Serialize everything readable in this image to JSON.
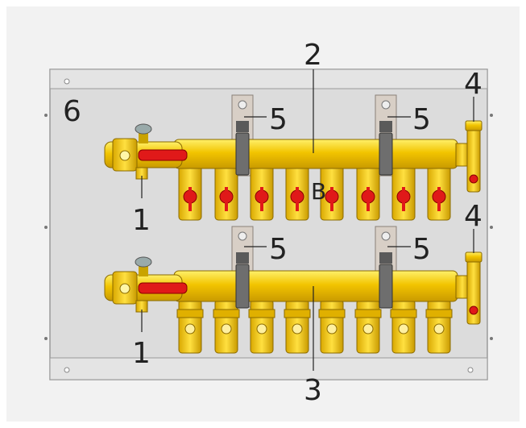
{
  "callouts": {
    "c1_top": "1",
    "c1_bottom": "1",
    "c2": "2",
    "c3": "3",
    "c4_top": "4",
    "c4_bottom": "4",
    "c5_top_left": "5",
    "c5_top_right": "5",
    "c5_bottom_left": "5",
    "c5_bottom_right": "5",
    "c6": "6",
    "letter_b": "B"
  },
  "colors": {
    "background": "#f2f2f2",
    "panel": "#dcdcdc",
    "brass": "#f2c400",
    "brass_dark": "#b88c00",
    "red_handle": "#e01919",
    "bracket": "#d8cfc6",
    "outline": "#555555"
  },
  "manifolds": {
    "top": {
      "outlets": 8,
      "valve_type": "red-ball-valve"
    },
    "bottom": {
      "outlets": 8,
      "valve_type": "plain-outlet"
    }
  }
}
